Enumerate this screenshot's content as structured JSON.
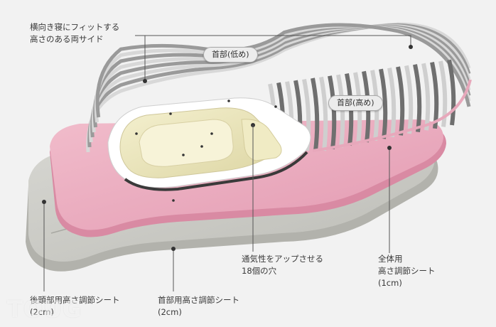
{
  "labels": {
    "side": "横向き寝にフィットする\n高さのある両サイド",
    "neck_low": "首部(低め)",
    "neck_high": "首部(高め)",
    "holes": "通気性をアップさせる\n18個の穴",
    "full_sheet": "全体用\n高さ調節シート\n(1cm)",
    "back_sheet": "後頭部用高さ調節シート\n(2cm)",
    "neck_sheet": "首部用高さ調節シート\n(2cm)"
  },
  "watermark": "TOUG",
  "colors": {
    "background": "#f2f2f2",
    "gray_sheet": "#c9c9c4",
    "pink_sheet": "#eaa8bd",
    "fins": "#8e8e8e",
    "cream_core": "#ede8c0",
    "leader": "#555555"
  }
}
